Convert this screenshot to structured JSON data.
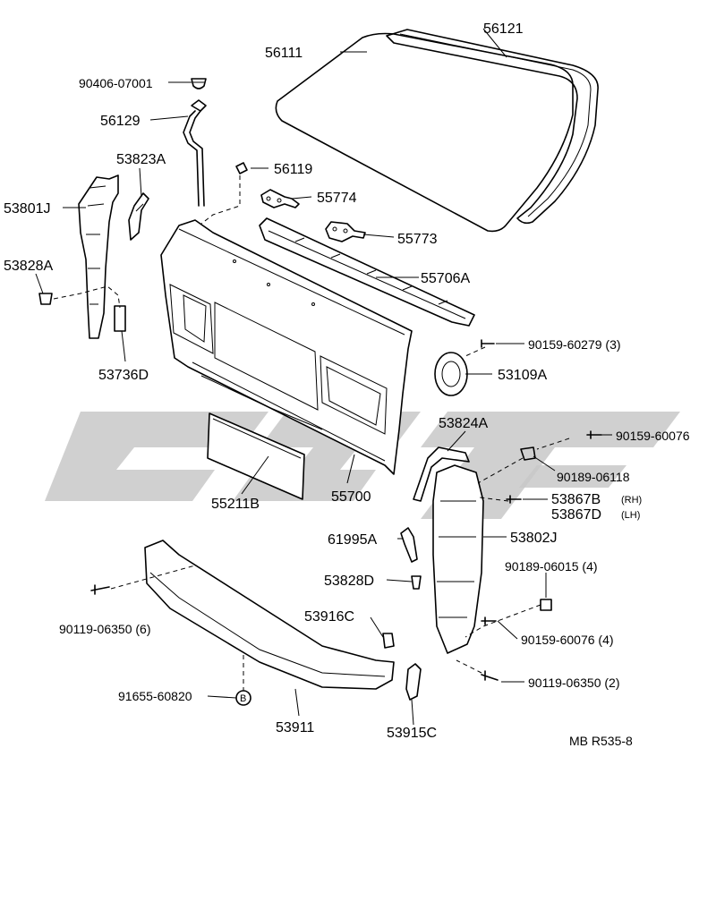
{
  "labels": {
    "p56121": "56121",
    "p56111": "56111",
    "p90406": "90406-07001",
    "p56129": "56129",
    "p53823A": "53823A",
    "p56119": "56119",
    "p55774": "55774",
    "p53801J": "53801J",
    "p55773": "55773",
    "p53828A": "53828A",
    "p55706A": "55706A",
    "p90159_60279": "90159-60279 (3)",
    "p53109A": "53109A",
    "p53736D": "53736D",
    "p53824A": "53824A",
    "p90159_60076": "90159-60076",
    "p90189_06118": "90189-06118",
    "p53867B": "53867B",
    "p53867B_side": "(RH)",
    "p53867D": "53867D",
    "p53867D_side": "(LH)",
    "p55211B": "55211B",
    "p55700": "55700",
    "p61995A": "61995A",
    "p53802J": "53802J",
    "p90189_06015": "90189-06015 (4)",
    "p53828D": "53828D",
    "p53916C": "53916C",
    "p90119_06350_6": "90119-06350 (6)",
    "p90159_60076_4": "90159-60076 (4)",
    "p91655": "91655-60820",
    "p_b_marker": "B",
    "p90119_06350_2": "90119-06350 (2)",
    "p53911": "53911",
    "p53915C": "53915C",
    "footer_code": "MB  R535-8"
  },
  "colors": {
    "line": "#000000",
    "background": "#ffffff",
    "watermark": "#c8c8c8"
  }
}
